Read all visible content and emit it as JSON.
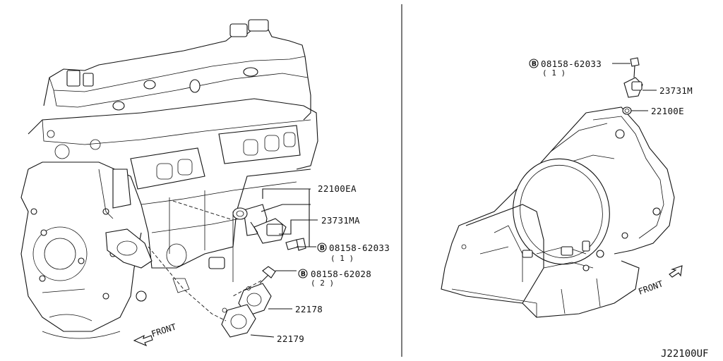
{
  "diagram_code": "J22100UF",
  "parts": {
    "p22100EA": "22100EA",
    "p23731MA": "23731MA",
    "p08158_62033_left": "08158-62033",
    "p08158_62033_left_qty": "( 1 )",
    "p08158_62028": "08158-62028",
    "p08158_62028_qty": "( 2 )",
    "p22178": "22178",
    "p22179": "22179",
    "p08158_62033_right": "08158-62033",
    "p08158_62033_right_qty": "( 1 )",
    "p23731M": "23731M",
    "p22100E": "22100E"
  },
  "bolt_marker": "B",
  "front_label_left": "FRONT",
  "front_label_right": "FRONT"
}
